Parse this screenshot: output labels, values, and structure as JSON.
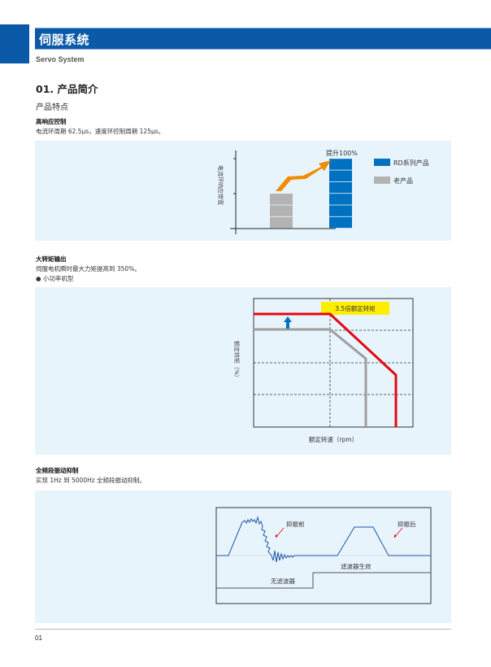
{
  "header": {
    "title": "伺服系统",
    "subtitle": "Servo System",
    "accent_color": "#0a5aa8"
  },
  "section": {
    "title": "01. 产品简介",
    "subtitle": "产品特点"
  },
  "features": [
    {
      "title": "高响应控制",
      "desc": "电流环周期 62.5μs，速度环控制周期 125μs。"
    },
    {
      "title": "大转矩输出",
      "desc": "伺服电机瞬时最大力矩提高到 350%。",
      "bullet": "● 小功率机型"
    },
    {
      "title": "全频段振动抑制",
      "desc": "实现 1Hz 到 5000Hz 全频段振动抑制。"
    }
  ],
  "chart_data": [
    {
      "type": "bar",
      "title": "",
      "ylabel": "电流环响应带宽",
      "xlabel": "",
      "categories": [
        "老产品",
        "RD系列产品"
      ],
      "values": [
        1,
        2
      ],
      "segments": [
        3,
        6
      ],
      "colors": [
        "#b3b3b3",
        "#0071c1"
      ],
      "annotation": "提升100%",
      "arrow_color": "#f08c00",
      "legend": [
        {
          "label": "RD系列产品",
          "color": "#0071c1"
        },
        {
          "label": "老产品",
          "color": "#b3b3b3"
        }
      ],
      "legend_position": "right",
      "grid": false
    },
    {
      "type": "line",
      "title": "",
      "xlabel": "额定转速（rpm）",
      "ylabel": "额定转矩（%）",
      "annotation": "3.5倍额定转矩",
      "annotation_bg": "#ffee00",
      "grid": true,
      "series": [
        {
          "name": "RD系列产品",
          "color": "#e30613",
          "points": [
            [
              0,
              3.5
            ],
            [
              1,
              3.5
            ],
            [
              1.93,
              2.05
            ],
            [
              1.93,
              0
            ]
          ]
        },
        {
          "name": "老产品",
          "color": "#9e9e9e",
          "points": [
            [
              0,
              3.0
            ],
            [
              1,
              3.0
            ],
            [
              1.57,
              1.05
            ],
            [
              1.57,
              0
            ]
          ]
        }
      ],
      "xlim": [
        0,
        2.1
      ],
      "ylim": [
        0,
        4.0
      ]
    },
    {
      "type": "line",
      "title": "",
      "labels": {
        "before": "抑振前",
        "after": "抑振后",
        "no_filter": "无滤波器",
        "filter_on": "滤波器生效"
      },
      "line_color": "#1a56a8",
      "arrow_color": "#e30613"
    }
  ],
  "footer": {
    "page_number": "01"
  }
}
